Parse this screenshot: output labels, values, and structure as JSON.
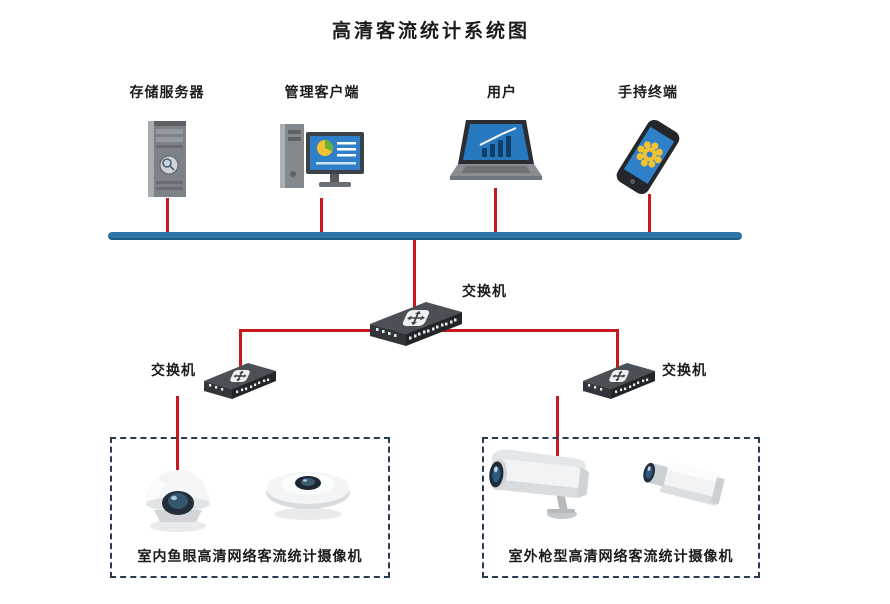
{
  "title": "高清客流统计系统图",
  "devices": {
    "storage_server": {
      "label": "存储服务器"
    },
    "management_client": {
      "label": "管理客户端"
    },
    "user": {
      "label": "用户"
    },
    "handheld_terminal": {
      "label": "手持终端"
    }
  },
  "switches": {
    "core": {
      "label": "交换机"
    },
    "left": {
      "label": "交换机"
    },
    "right": {
      "label": "交换机"
    }
  },
  "camera_groups": {
    "indoor": {
      "caption": "室内鱼眼高清网络客流统计摄像机"
    },
    "outdoor": {
      "caption": "室外枪型高清网络客流统计摄像机"
    }
  },
  "colors": {
    "bus": "#2e76aa",
    "connector": "#c8191e",
    "dashed_border": "#2a3b55"
  }
}
